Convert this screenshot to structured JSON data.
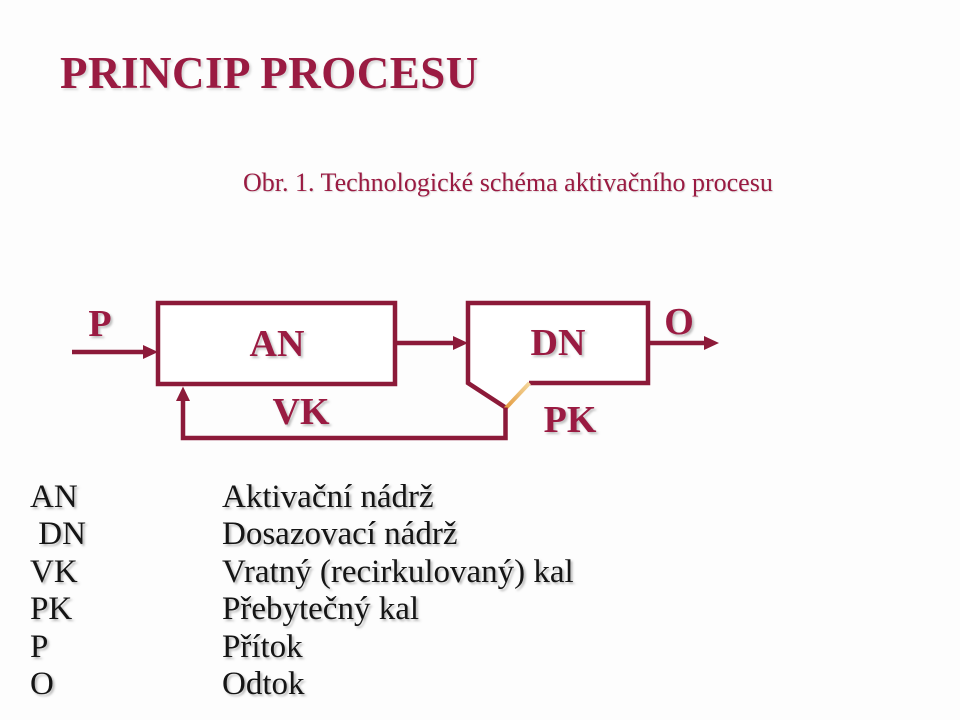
{
  "slide": {
    "title": "PRINCIP PROCESU",
    "caption": "Obr. 1. Technologické schéma aktivačního procesu"
  },
  "diagram": {
    "an_label": "AN",
    "dn_label": "DN",
    "inflow_label": "P",
    "outflow_label": "O",
    "return_sludge_label": "VK",
    "excess_sludge_label": "PK"
  },
  "legend": {
    "items": [
      {
        "abbr": "AN",
        "desc": "Aktivační nádrž"
      },
      {
        "abbr": " DN",
        "desc": "Dosazovací nádrž"
      },
      {
        "abbr": "VK",
        "desc": "Vratný (recirkulovaný) kal"
      },
      {
        "abbr": "PK",
        "desc": "Přebytečný kal"
      },
      {
        "abbr": "P",
        "desc": "Přítok"
      },
      {
        "abbr": "O",
        "desc": "Odtok"
      }
    ]
  },
  "colors": {
    "accent_red": "#9a1b42",
    "line_red": "#8c1a39",
    "gold": "#e9ab52",
    "text_black": "#151515",
    "background": "#fdfdfd"
  }
}
